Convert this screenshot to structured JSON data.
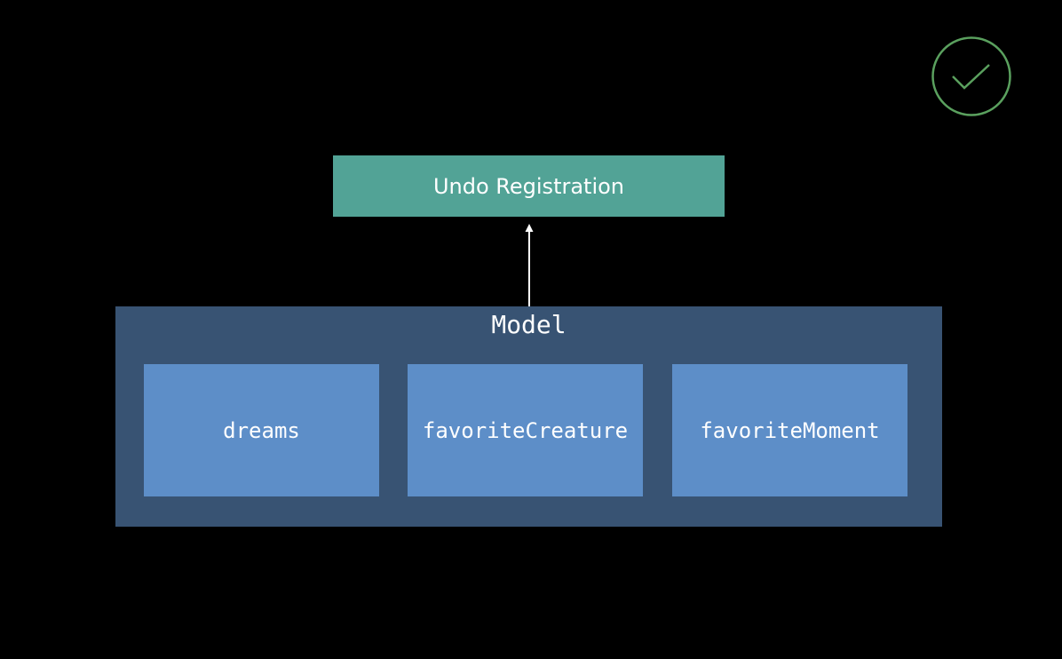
{
  "diagram": {
    "undo_box": {
      "label": "Undo Registration",
      "color": "#52a396"
    },
    "model": {
      "title": "Model",
      "color": "#385373",
      "properties": [
        {
          "label": "dreams"
        },
        {
          "label": "favoriteCreature"
        },
        {
          "label": "favoriteMoment"
        }
      ],
      "property_color": "#5d8ec8"
    },
    "arrow": {
      "from": "model",
      "to": "undo_box",
      "color": "#ffffff"
    },
    "badge": {
      "icon": "checkmark-icon",
      "color": "#5aa05e"
    }
  }
}
